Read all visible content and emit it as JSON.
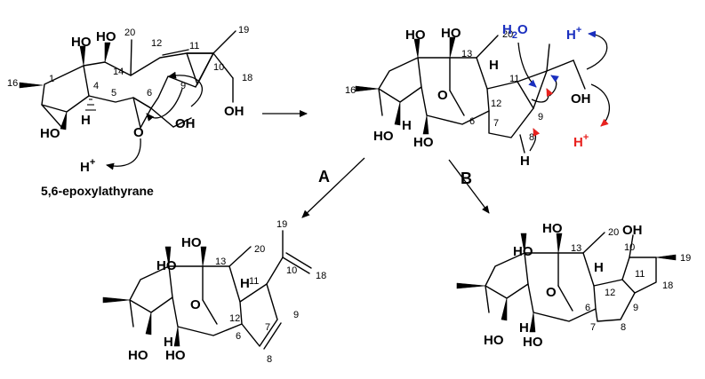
{
  "title": "5,6-epoxylathyrane",
  "colors": {
    "red": "#e8221f",
    "blue": "#1a2fbf",
    "ink": "#000000"
  },
  "paths": {
    "a": "A",
    "b": "B"
  },
  "labels": {
    "ho": "HO",
    "oh": "OH",
    "o": "O",
    "h": "H",
    "hplus": "H",
    "plus": "+",
    "water": "H",
    "water_sub": "2",
    "water_o": "O"
  },
  "numbers": [
    "1",
    "4",
    "5",
    "6",
    "9",
    "10",
    "11",
    "12",
    "13",
    "14",
    "16",
    "18",
    "19",
    "20",
    "7",
    "8"
  ]
}
